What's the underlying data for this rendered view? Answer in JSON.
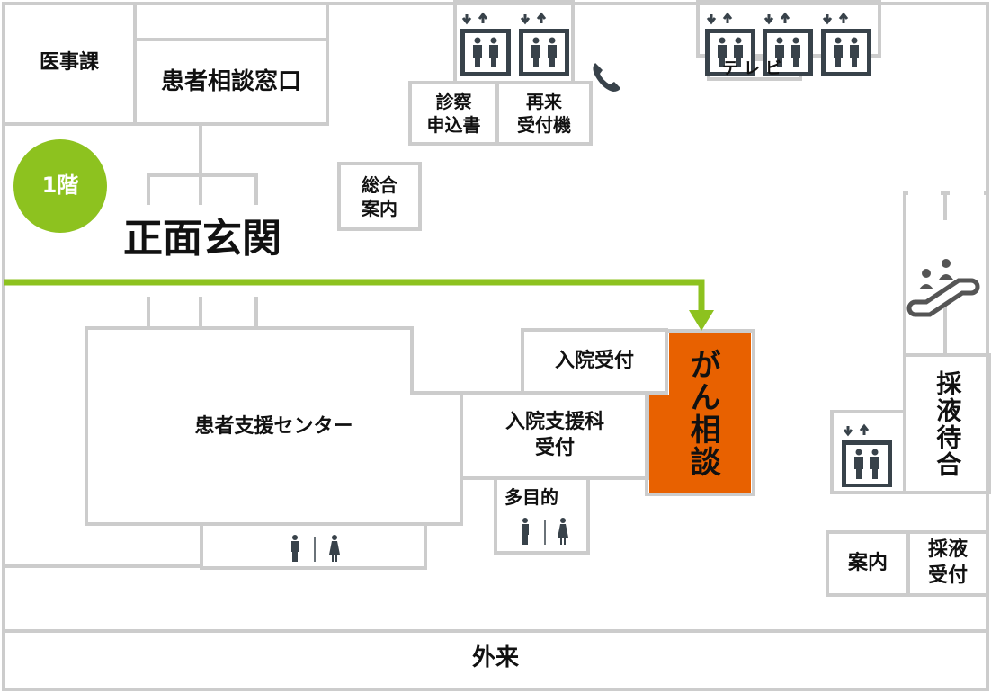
{
  "floor_badge": "1階",
  "entrance": "正面玄関",
  "rooms": {
    "medical_affairs": "医事課",
    "patient_consultation": "患者相談窓口",
    "exam_application": "診察\n申込書",
    "revisit_machine": "再来\n受付機",
    "general_info": "総合\n案内",
    "tv": "テレビ",
    "patient_support": "患者支援センター",
    "admission_reception": "入院受付",
    "cancer_consultation": "がん相談",
    "admission_support": "入院支援科\n受付",
    "multipurpose": "多目的",
    "blood_waiting": "採液待合",
    "info": "案内",
    "blood_reception": "採液\n受付",
    "outpatient": "外来"
  },
  "colors": {
    "route": "#8dc21f",
    "highlight": "#e86100",
    "wall": "#cccccc",
    "icon": "#38424a"
  }
}
